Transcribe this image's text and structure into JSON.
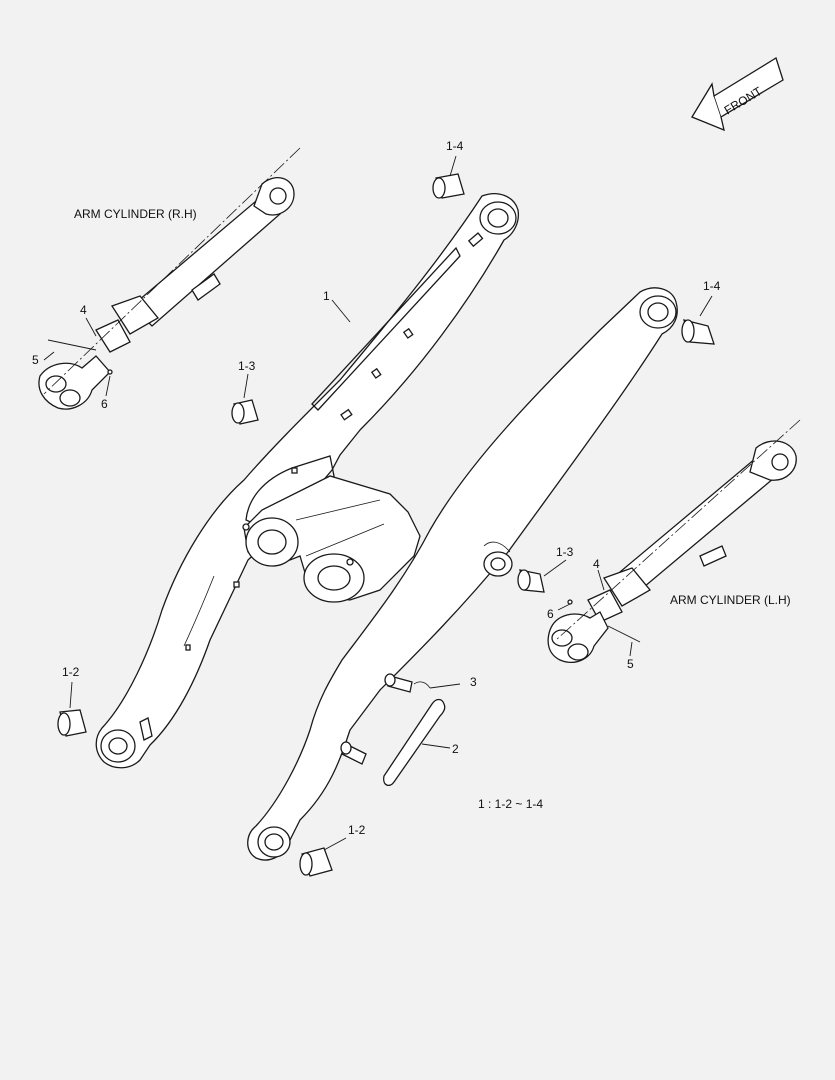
{
  "direction_arrow": {
    "label": "FRONT"
  },
  "cylinders": {
    "right": "ARM CYLINDER (R.H)",
    "left": "ARM CYLINDER (L.H)"
  },
  "callouts": {
    "arm": "1",
    "link": "2",
    "spring_pin": "3",
    "pin": "4",
    "bolt": "5",
    "nut": "6",
    "bushing_lower": "1-2",
    "bushing_middle": "1-3",
    "bushing_upper": "1-4"
  },
  "note": "1 : 1-2 ~ 1-4"
}
